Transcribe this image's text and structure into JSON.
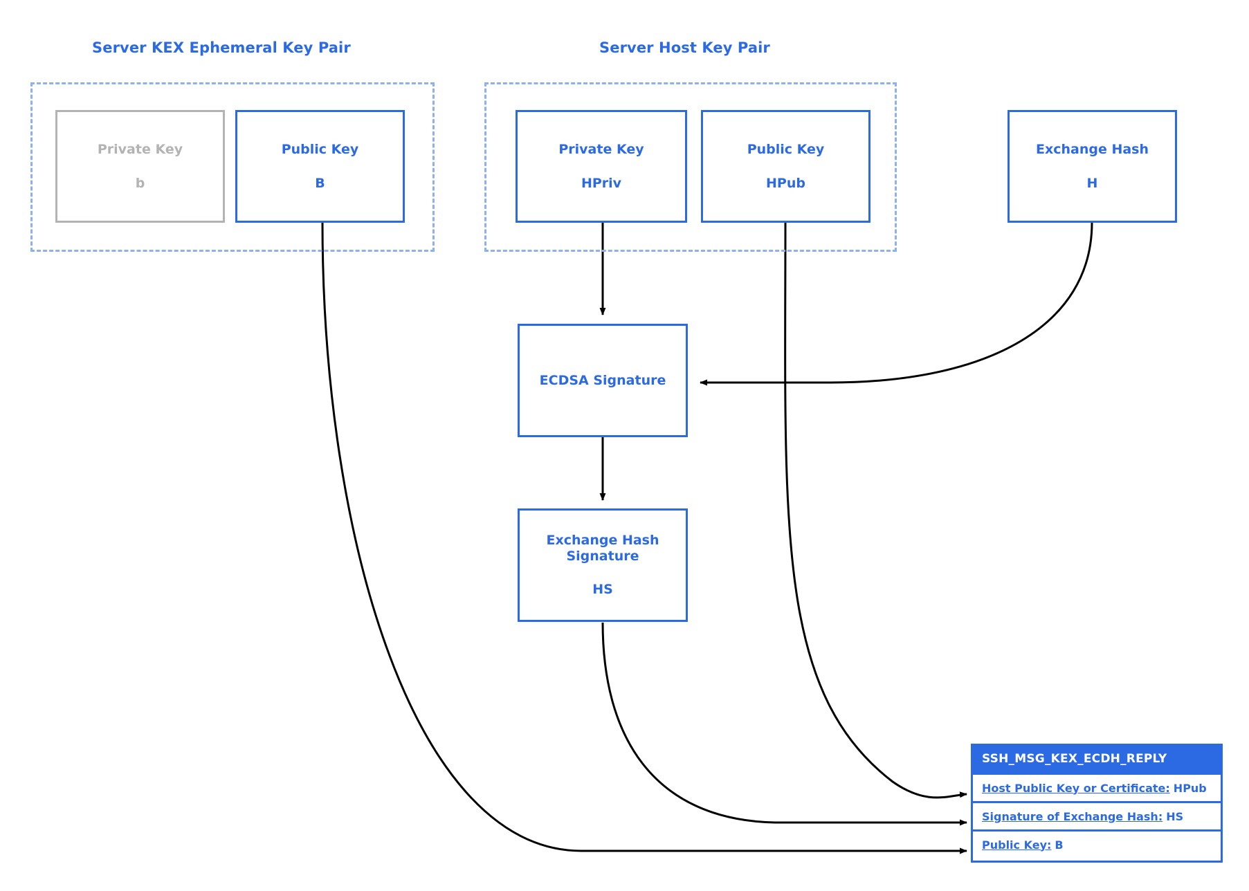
{
  "groups": [
    {
      "title": "Server KEX Ephemeral Key Pair",
      "nodes": [
        {
          "label": "Private Key",
          "value": "b",
          "style": "muted"
        },
        {
          "label": "Public Key",
          "value": "B",
          "style": "primary"
        }
      ]
    },
    {
      "title": "Server Host Key Pair",
      "nodes": [
        {
          "label": "Private Key",
          "value": "HPriv",
          "style": "primary"
        },
        {
          "label": "Public Key",
          "value": "HPub",
          "style": "primary"
        }
      ]
    }
  ],
  "standalone": {
    "exchange_hash": {
      "label": "Exchange Hash",
      "value": "H"
    },
    "ecdsa_signature": {
      "label": "ECDSA Signature"
    },
    "exchange_hash_signature": {
      "label": "Exchange Hash\nSignature",
      "label_line1": "Exchange Hash",
      "label_line2": "Signature",
      "value": "HS"
    }
  },
  "message": {
    "title": "SSH_MSG_KEX_ECDH_REPLY",
    "rows": [
      {
        "label": "Host Public Key or Certificate:",
        "value": "HPub"
      },
      {
        "label": "Signature of Exchange Hash:",
        "value": "HS"
      },
      {
        "label": "Public Key:",
        "value": "B"
      }
    ]
  },
  "colors": {
    "accent": "#2c6ae4",
    "accent_light": "#8fb0ef",
    "muted": "#b3b3b3",
    "edge": "#000000",
    "background": "#ffffff"
  }
}
